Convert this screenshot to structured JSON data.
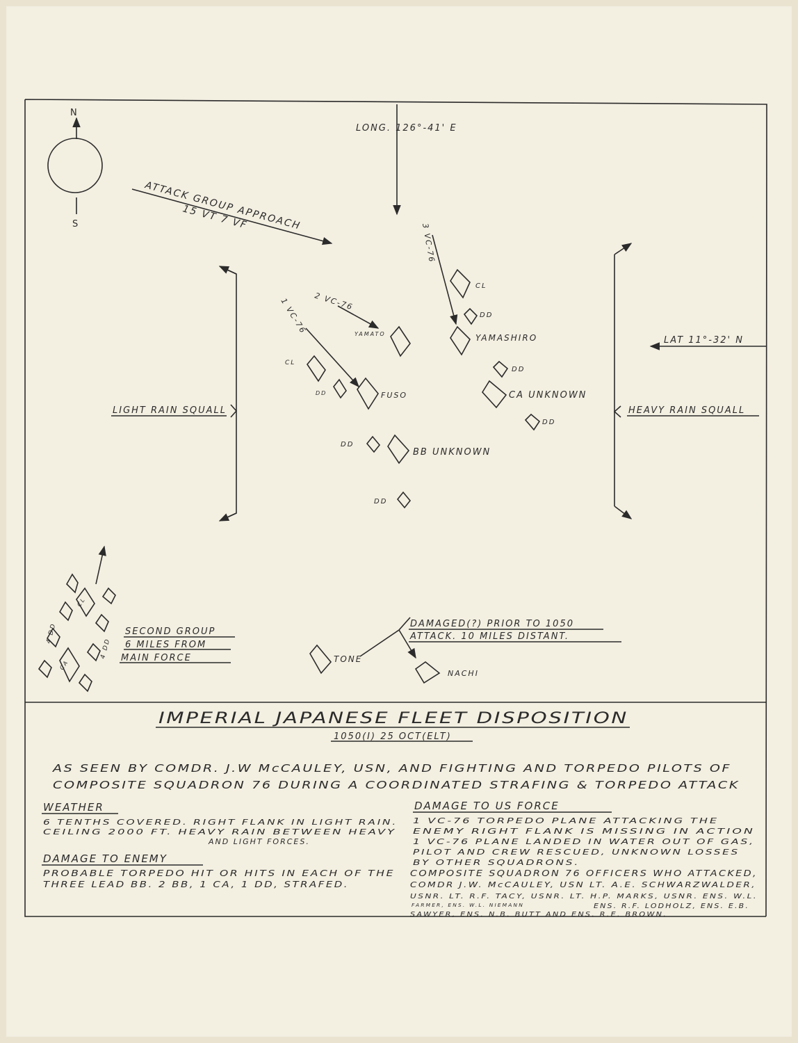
{
  "compass": {
    "north": "N",
    "south": "S"
  },
  "longitude": "LONG. 126°-41' E",
  "latitude": "LAT 11°-32' N",
  "approach": {
    "line1": "ATTACK GROUP APPROACH",
    "line2": "15 VT   7 VF"
  },
  "flight_labels": {
    "three_vc": "3 VC-76",
    "two_vc": "2 VC-76",
    "one_vc": "1 VC-76"
  },
  "squalls": {
    "left": "LIGHT RAIN SQUALL",
    "right": "HEAVY RAIN SQUALL"
  },
  "ships": {
    "cl_top": "CL",
    "dd_1": "DD",
    "yamashiro": "YAMASHIRO",
    "dd_2": "DD",
    "ca_unknown": "CA UNKNOWN",
    "dd_3": "DD",
    "yamato": "YAMATO",
    "cl_left": "CL",
    "dd_4": "DD",
    "fuso": "FUSO",
    "dd_5": "DD",
    "bb_unknown": "BB UNKNOWN",
    "dd_6": "DD",
    "tone": "TONE",
    "nachi": "NACHI"
  },
  "second_group": {
    "line1": "SECOND GROUP",
    "line2": "6 MILES FROM",
    "line3": "MAIN FORCE",
    "cl": "CL",
    "ca": "CA",
    "dd_left": "4 DD",
    "dd_right": "4 DD"
  },
  "damaged": {
    "line1": "DAMAGED(?) PRIOR TO 1050",
    "line2": "ATTACK. 10 MILES DISTANT."
  },
  "title": "IMPERIAL  JAPANESE  FLEET  DISPOSITION",
  "subtitle": "1050(I) 25 OCT(ELT)",
  "as_seen": {
    "line1": "AS SEEN BY COMDR. J.W McCAULEY, USN, AND FIGHTING AND TORPEDO PILOTS OF",
    "line2": "COMPOSITE SQUADRON 76 DURING A COORDINATED STRAFING & TORPEDO ATTACK"
  },
  "weather": {
    "heading": "WEATHER",
    "line1": "6 TENTHS COVERED.  RIGHT FLANK IN LIGHT RAIN.",
    "line2": "CEILING 2000 FT.   HEAVY RAIN BETWEEN HEAVY",
    "line3": "AND LIGHT FORCES."
  },
  "damage_enemy": {
    "heading": "DAMAGE TO ENEMY",
    "line1": "PROBABLE TORPEDO HIT OR HITS IN EACH OF THE",
    "line2": "THREE LEAD BB.  2 BB, 1 CA, 1 DD, STRAFED."
  },
  "damage_us": {
    "heading": "DAMAGE TO US FORCE",
    "line1": "1 VC-76 TORPEDO PLANE ATTACKING THE",
    "line2": "ENEMY RIGHT FLANK IS MISSING IN ACTION",
    "line3": "1 VC-76 PLANE LANDED IN WATER OUT OF GAS,",
    "line4": "PILOT AND CREW RESCUED, UNKNOWN LOSSES",
    "line5": "BY OTHER SQUADRONS."
  },
  "officers": {
    "line1": "COMPOSITE SQUADRON 76 OFFICERS WHO ATTACKED,",
    "line2": "COMDR J.W. McCAULEY, USN   LT. A.E. SCHWARZWALDER,",
    "line3": "USNR.  LT. R.F. TACY, USNR.  LT. H.P. MARKS, USNR.  ENS. W.L.",
    "line4a": "FARMER, ENS. W.L. NIEMANN",
    "line4b": "ENS. R.F. LODHOLZ,  ENS. E.B.",
    "line5": "SAWYER, ENS. N.B. BUTT AND ENS. R.E. BROWN."
  }
}
